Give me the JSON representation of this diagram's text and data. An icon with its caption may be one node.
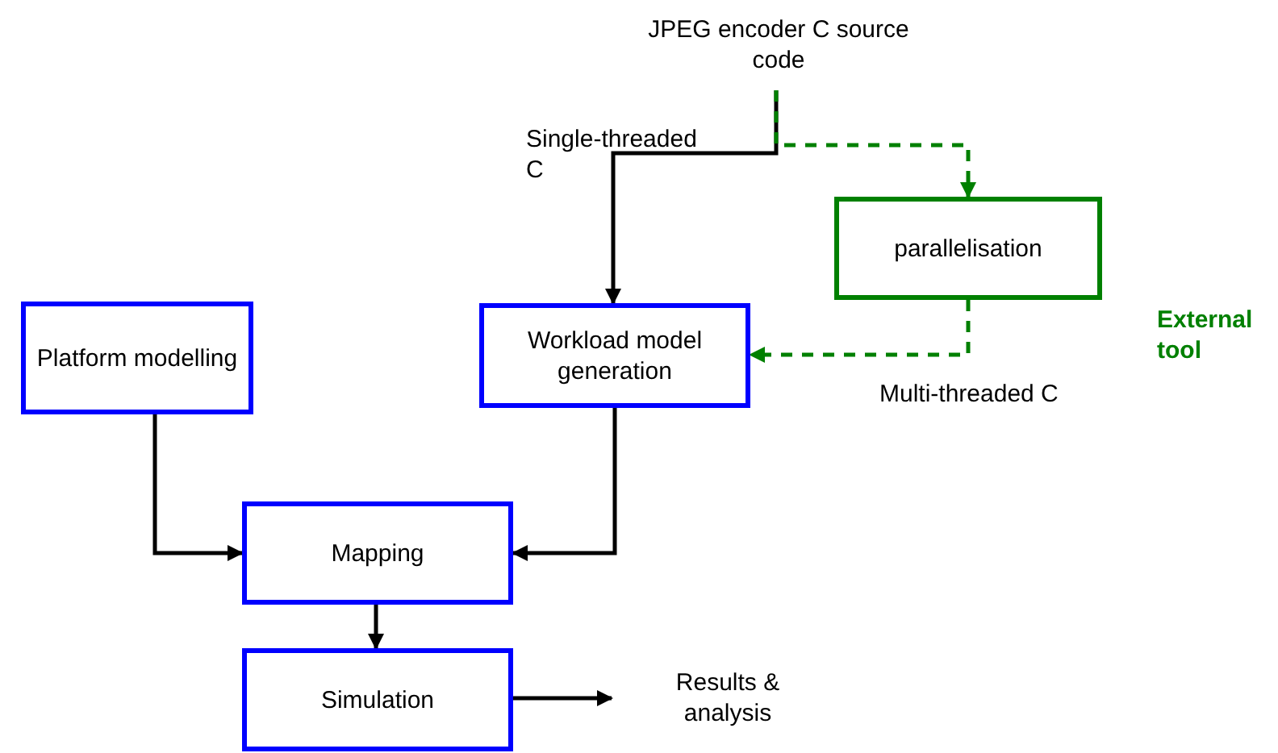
{
  "diagram": {
    "nodes": [
      {
        "text": [
          "JPEG encoder C source code"
        ]
      },
      {
        "text": [
          "Platform modelling"
        ]
      },
      {
        "text": [
          "Workload model generation"
        ]
      },
      {
        "text": [
          "parallelisation"
        ]
      },
      {
        "text": [
          "Mapping"
        ]
      },
      {
        "text": [
          "Simulation"
        ]
      },
      {
        "text": [
          "Results & analysis"
        ]
      }
    ],
    "edges": [
      {
        "from": 0,
        "to": 2,
        "arrow": "to",
        "label": "Single-threaded C"
      },
      {
        "from": 0,
        "to": 3,
        "arrow": "to",
        "style": "dashed",
        "color": "#008000"
      },
      {
        "from": 3,
        "to": 2,
        "arrow": "to",
        "style": "dashed",
        "color": "#008000",
        "label": "Multi-threaded C"
      },
      {
        "from": 1,
        "to": 4,
        "arrow": "to"
      },
      {
        "from": 2,
        "to": 4,
        "arrow": "to"
      },
      {
        "from": 4,
        "to": 5,
        "arrow": "to"
      },
      {
        "from": 5,
        "to": 6,
        "arrow": "to"
      }
    ],
    "labels": [
      "External tool"
    ]
  }
}
